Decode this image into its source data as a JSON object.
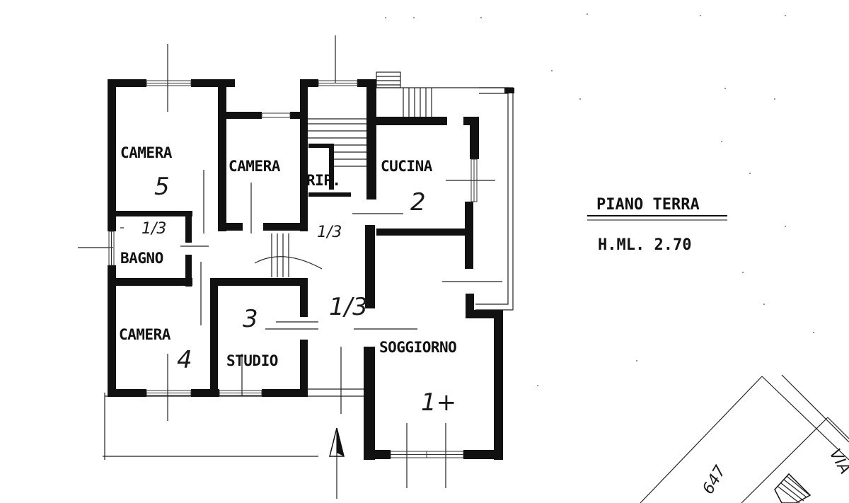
{
  "title": "PIANO TERRA",
  "height_note": "H.ML. 2.70",
  "rooms": [
    {
      "id": "camera-5",
      "label": "CAMERA",
      "number": "5"
    },
    {
      "id": "camera-center",
      "label": "CAMERA",
      "number": ""
    },
    {
      "id": "rip",
      "label": "RIP.",
      "number": ""
    },
    {
      "id": "cucina",
      "label": "CUCINA",
      "number": "2"
    },
    {
      "id": "bagno",
      "label": "BAGNO",
      "number": "1/3"
    },
    {
      "id": "camera-4",
      "label": "CAMERA",
      "number": "4"
    },
    {
      "id": "studio",
      "label": "STUDIO",
      "number": "3"
    },
    {
      "id": "soggiorno",
      "label": "SOGGIORNO",
      "number": "1+"
    }
  ],
  "hall_marks": [
    "1/3",
    "1/3"
  ],
  "map_parcel": "647",
  "map_street": "VIA"
}
